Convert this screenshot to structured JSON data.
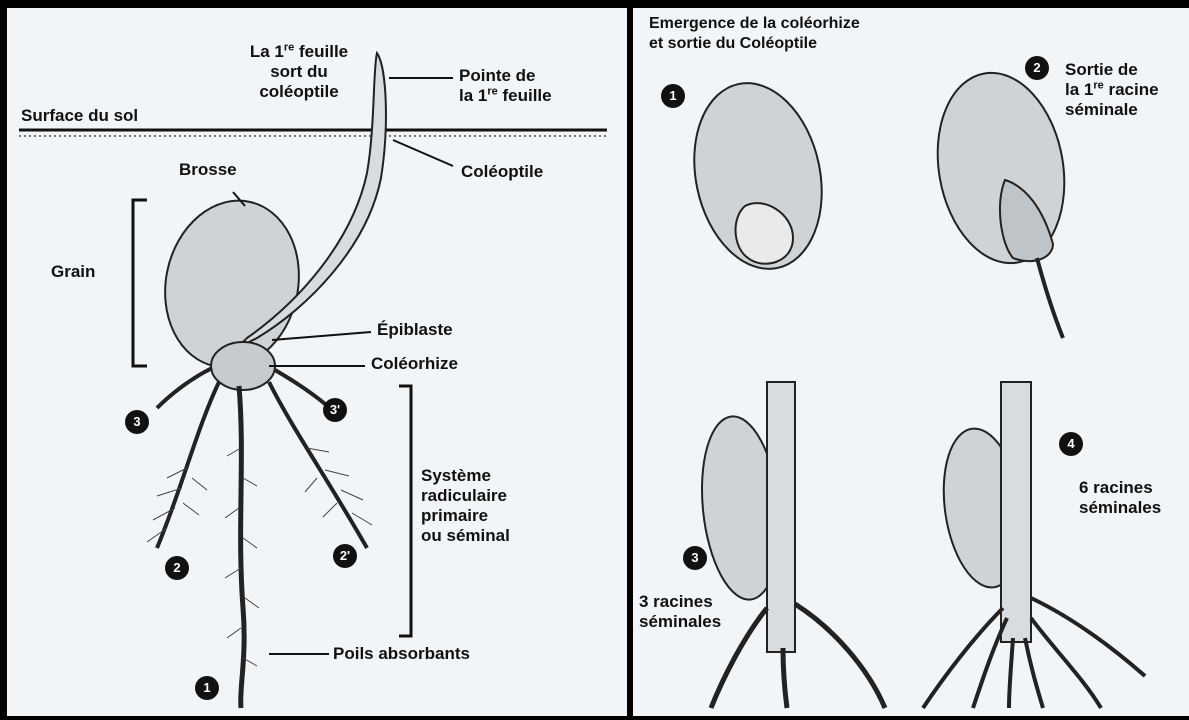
{
  "left": {
    "first_leaf_emerges": [
      "La 1",
      "re",
      " feuille",
      "sort du",
      "coléoptile"
    ],
    "tip_of_first_leaf": [
      "Pointe de",
      "la 1",
      "re",
      " feuille"
    ],
    "soil_surface": "Surface du sol",
    "coleoptile": "Coléoptile",
    "brush": "Brosse",
    "grain": "Grain",
    "epiblast": "Épiblaste",
    "coleorhiza": "Coléorhize",
    "root_system": [
      "Système",
      "radiculaire",
      "primaire",
      "ou séminal"
    ],
    "absorbent_hairs": "Poils absorbants",
    "markers": [
      "3",
      "3'",
      "2",
      "2'",
      "1"
    ]
  },
  "right": {
    "title": [
      "Emergence de la coléorhize",
      "et sortie du Coléoptile"
    ],
    "step2_label": [
      "Sortie de",
      "la 1",
      "re",
      " racine",
      "séminale"
    ],
    "step3_label": [
      "3 racines",
      "séminales"
    ],
    "step4_label": [
      "6 racines",
      "séminales"
    ],
    "markers": [
      "1",
      "2",
      "3",
      "4"
    ]
  }
}
